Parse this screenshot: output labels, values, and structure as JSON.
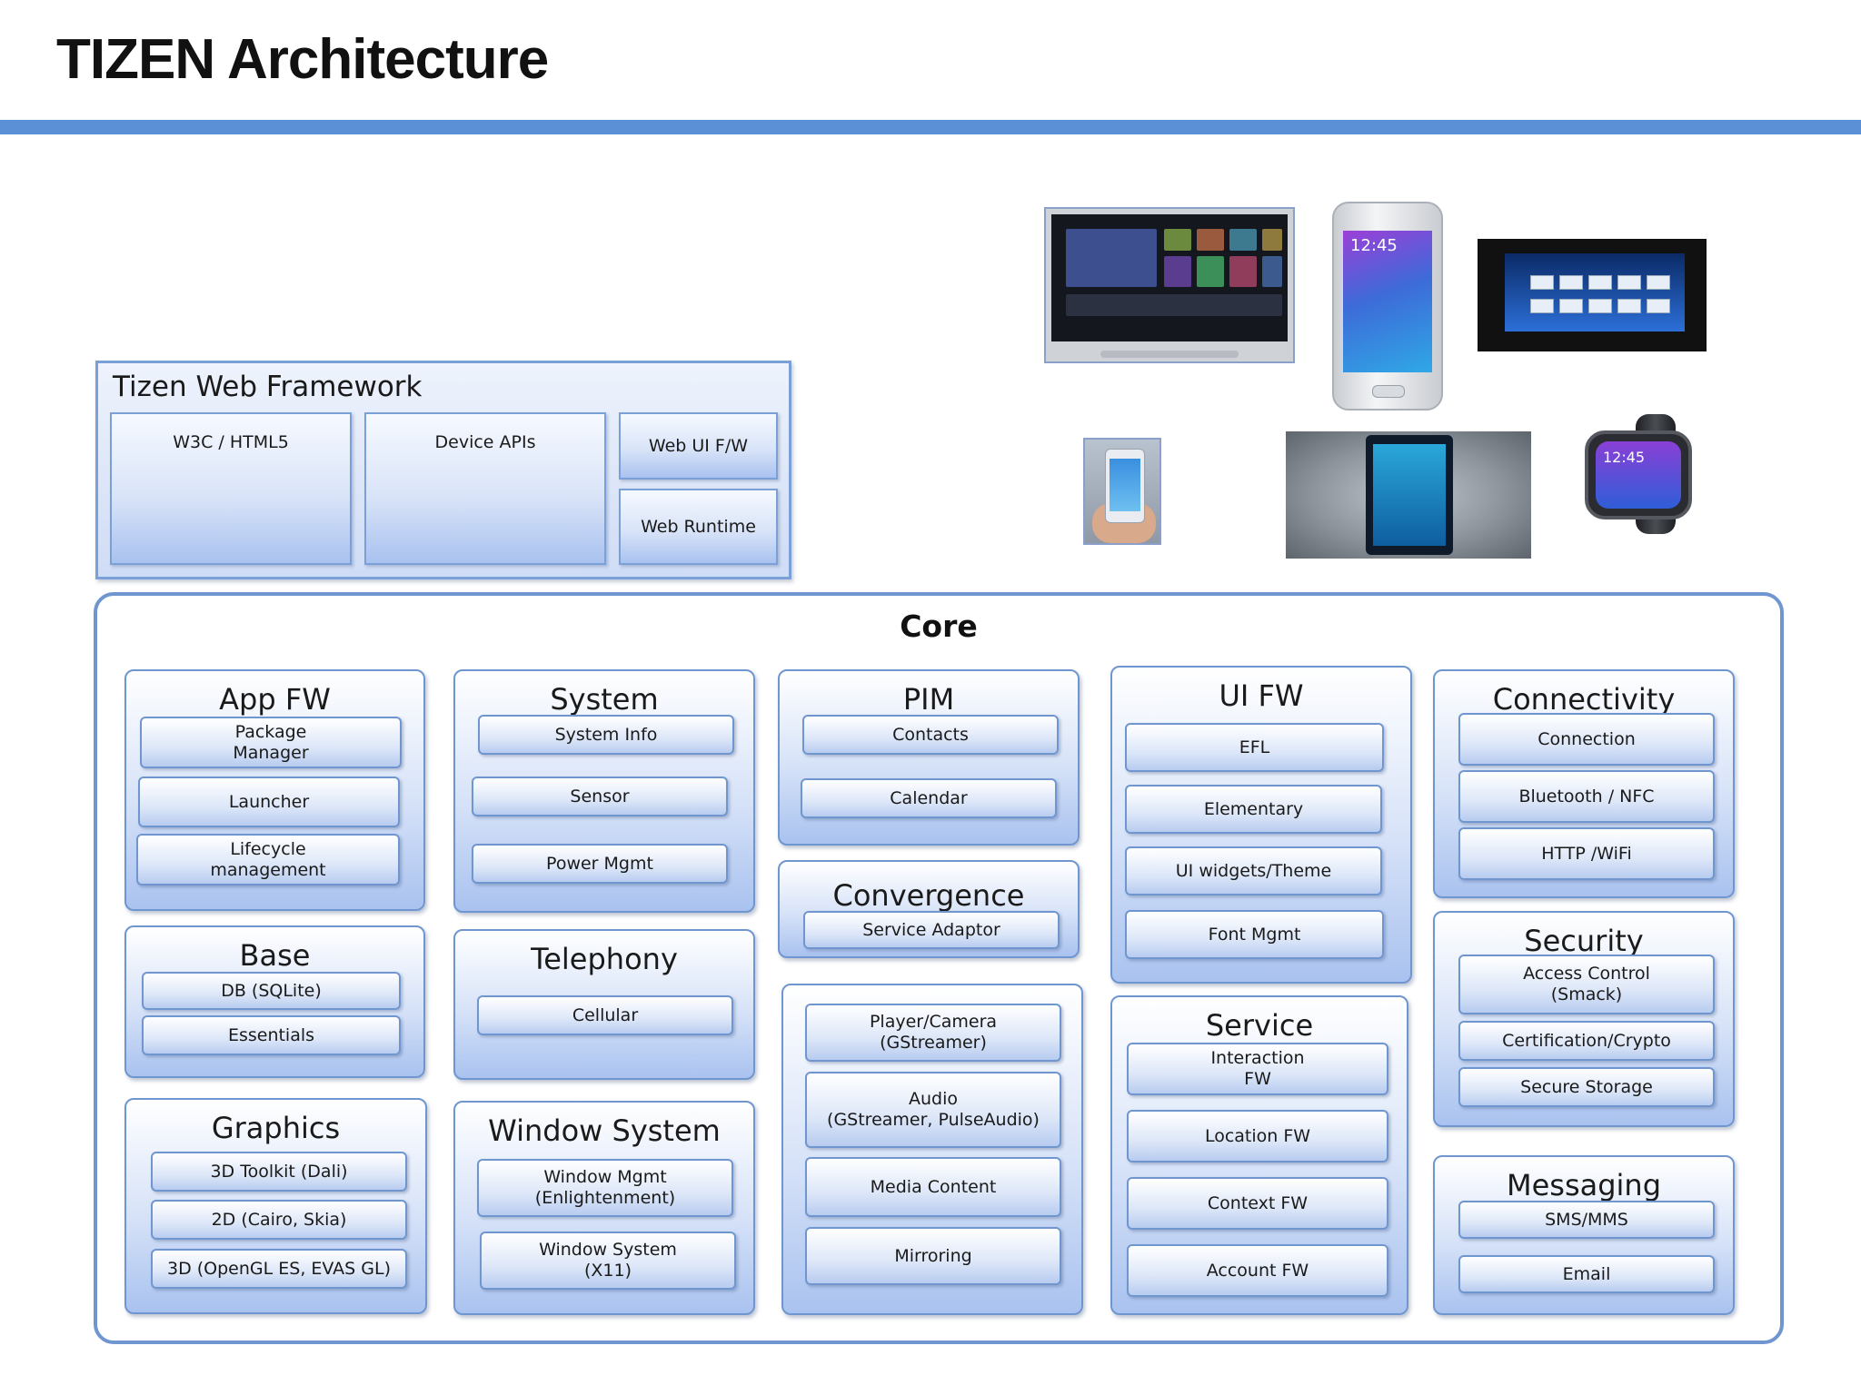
{
  "title": "TIZEN Architecture",
  "colors": {
    "accent_rule": "#5b8fd6",
    "box_border": "#6f96cf",
    "box_fill_top": "#ffffff",
    "box_fill_bottom": "#a9c2ef"
  },
  "web_framework": {
    "title": "Tizen Web Framework",
    "w3c": "W3C / HTML5",
    "device_apis": "Device  APIs",
    "web_ui": "Web UI  F/W",
    "web_runtime": "Web Runtime"
  },
  "devices": {
    "phone_time": "12:45",
    "watch_time": "12:45",
    "icons": [
      "smart-tv",
      "smartphone",
      "car-display",
      "phone-in-hand",
      "phone-closeup",
      "smartwatch"
    ]
  },
  "core": {
    "title": "Core",
    "app_fw": {
      "title": "App FW",
      "items": [
        "Package\nManager",
        "Launcher",
        "Lifecycle\nmanagement"
      ]
    },
    "base": {
      "title": "Base",
      "items": [
        "DB (SQLite)",
        "Essentials"
      ]
    },
    "graphics": {
      "title": "Graphics",
      "items": [
        "3D Toolkit  (Dali)",
        "2D (Cairo,  Skia)",
        "3D (OpenGL  ES,  EVAS GL)"
      ]
    },
    "system": {
      "title": "System",
      "items": [
        "System Info",
        "Sensor",
        "Power Mgmt"
      ]
    },
    "telephony": {
      "title": "Telephony",
      "items": [
        "Cellular"
      ]
    },
    "window_system": {
      "title": "Window System",
      "items": [
        "Window  Mgmt\n(Enlightenment)",
        "Window  System\n(X11)"
      ]
    },
    "pim": {
      "title": "PIM",
      "items": [
        "Contacts",
        "Calendar"
      ]
    },
    "convergence": {
      "title": "Convergence",
      "items": [
        "Service  Adaptor"
      ]
    },
    "multimedia": {
      "items": [
        "Player/Camera\n(GStreamer)",
        "Audio\n(GStreamer, PulseAudio)",
        "Media  Content",
        "Mirroring"
      ]
    },
    "ui_fw": {
      "title": "UI FW",
      "items": [
        "EFL",
        "Elementary",
        "UI widgets/Theme",
        "Font Mgmt"
      ]
    },
    "service": {
      "title": "Service",
      "items": [
        "Interaction\nFW",
        "Location  FW",
        "Context  FW",
        "Account  FW"
      ]
    },
    "connectivity": {
      "title": "Connectivity",
      "items": [
        "Connection",
        "Bluetooth  /  NFC",
        "HTTP /WiFi"
      ]
    },
    "security": {
      "title": "Security",
      "items": [
        "Access Control\n(Smack)",
        "Certification/Crypto",
        "Secure Storage"
      ]
    },
    "messaging": {
      "title": "Messaging",
      "items": [
        "SMS/MMS",
        "Email"
      ]
    }
  }
}
